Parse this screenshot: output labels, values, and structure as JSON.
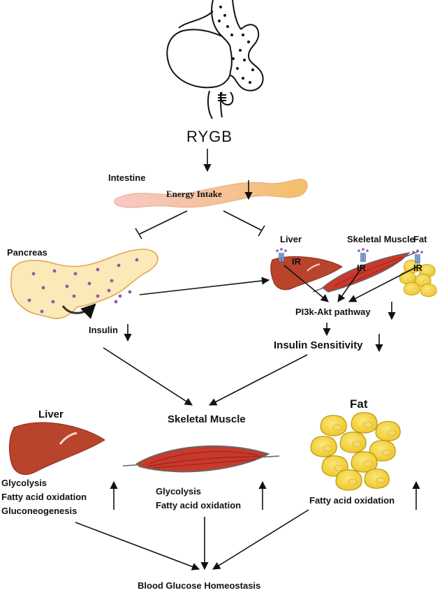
{
  "surgery": "RYGB",
  "intestine": {
    "label": "Intestine",
    "energy_intake": "Energy Intake"
  },
  "pancreas": {
    "label": "Pancreas",
    "insulin": "Insulin"
  },
  "targets": {
    "liver": "Liver",
    "muscle": "Skeletal Muscle",
    "fat": "Fat",
    "receptor": "IR",
    "pathway": "PI3k-Akt pathway",
    "sensitivity": "Insulin Sensitivity"
  },
  "center": {
    "label": "Skeletal Muscle"
  },
  "liver_box": {
    "label": "Liver",
    "lines": [
      "Glycolysis",
      "Fatty acid oxidation",
      "Gluconeogenesis"
    ]
  },
  "muscle_box": {
    "lines": [
      "Glycolysis",
      "Fatty acid oxidation"
    ]
  },
  "fat_box": {
    "label": "Fat",
    "lines": [
      "Fatty acid oxidation"
    ]
  },
  "outcome": "Blood Glucose Homeostasis",
  "colors": {
    "liver": "#c0392b",
    "muscle": "#c0392b",
    "fat": "#f2cf2e",
    "pancreas": "#fbe9b7",
    "dots": "#8e5ea2",
    "intestine": "#f4b183"
  }
}
